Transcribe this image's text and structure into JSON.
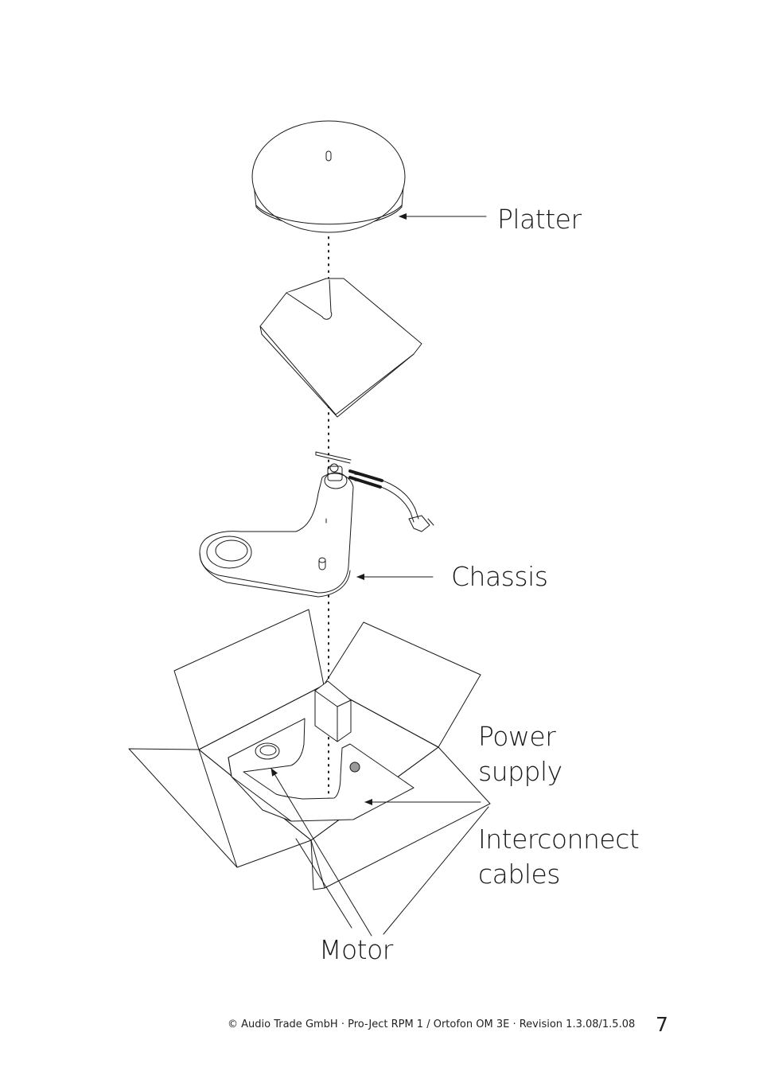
{
  "labels": {
    "platter": "Platter",
    "chassis": "Chassis",
    "power_line1": "Power",
    "power_line2": "supply",
    "interconnect_line1": "Interconnect",
    "interconnect_line2": "cables",
    "motor": "Motor"
  },
  "footer": {
    "text": "© Audio Trade GmbH · Pro-Ject RPM 1 / Ortofon OM 3E  · Revision 1.3.08/1.5.08",
    "page_number": "7"
  },
  "colors": {
    "line": "#1a1a1a",
    "background": "#ffffff",
    "motor_pulley": "#9a9a9a"
  }
}
